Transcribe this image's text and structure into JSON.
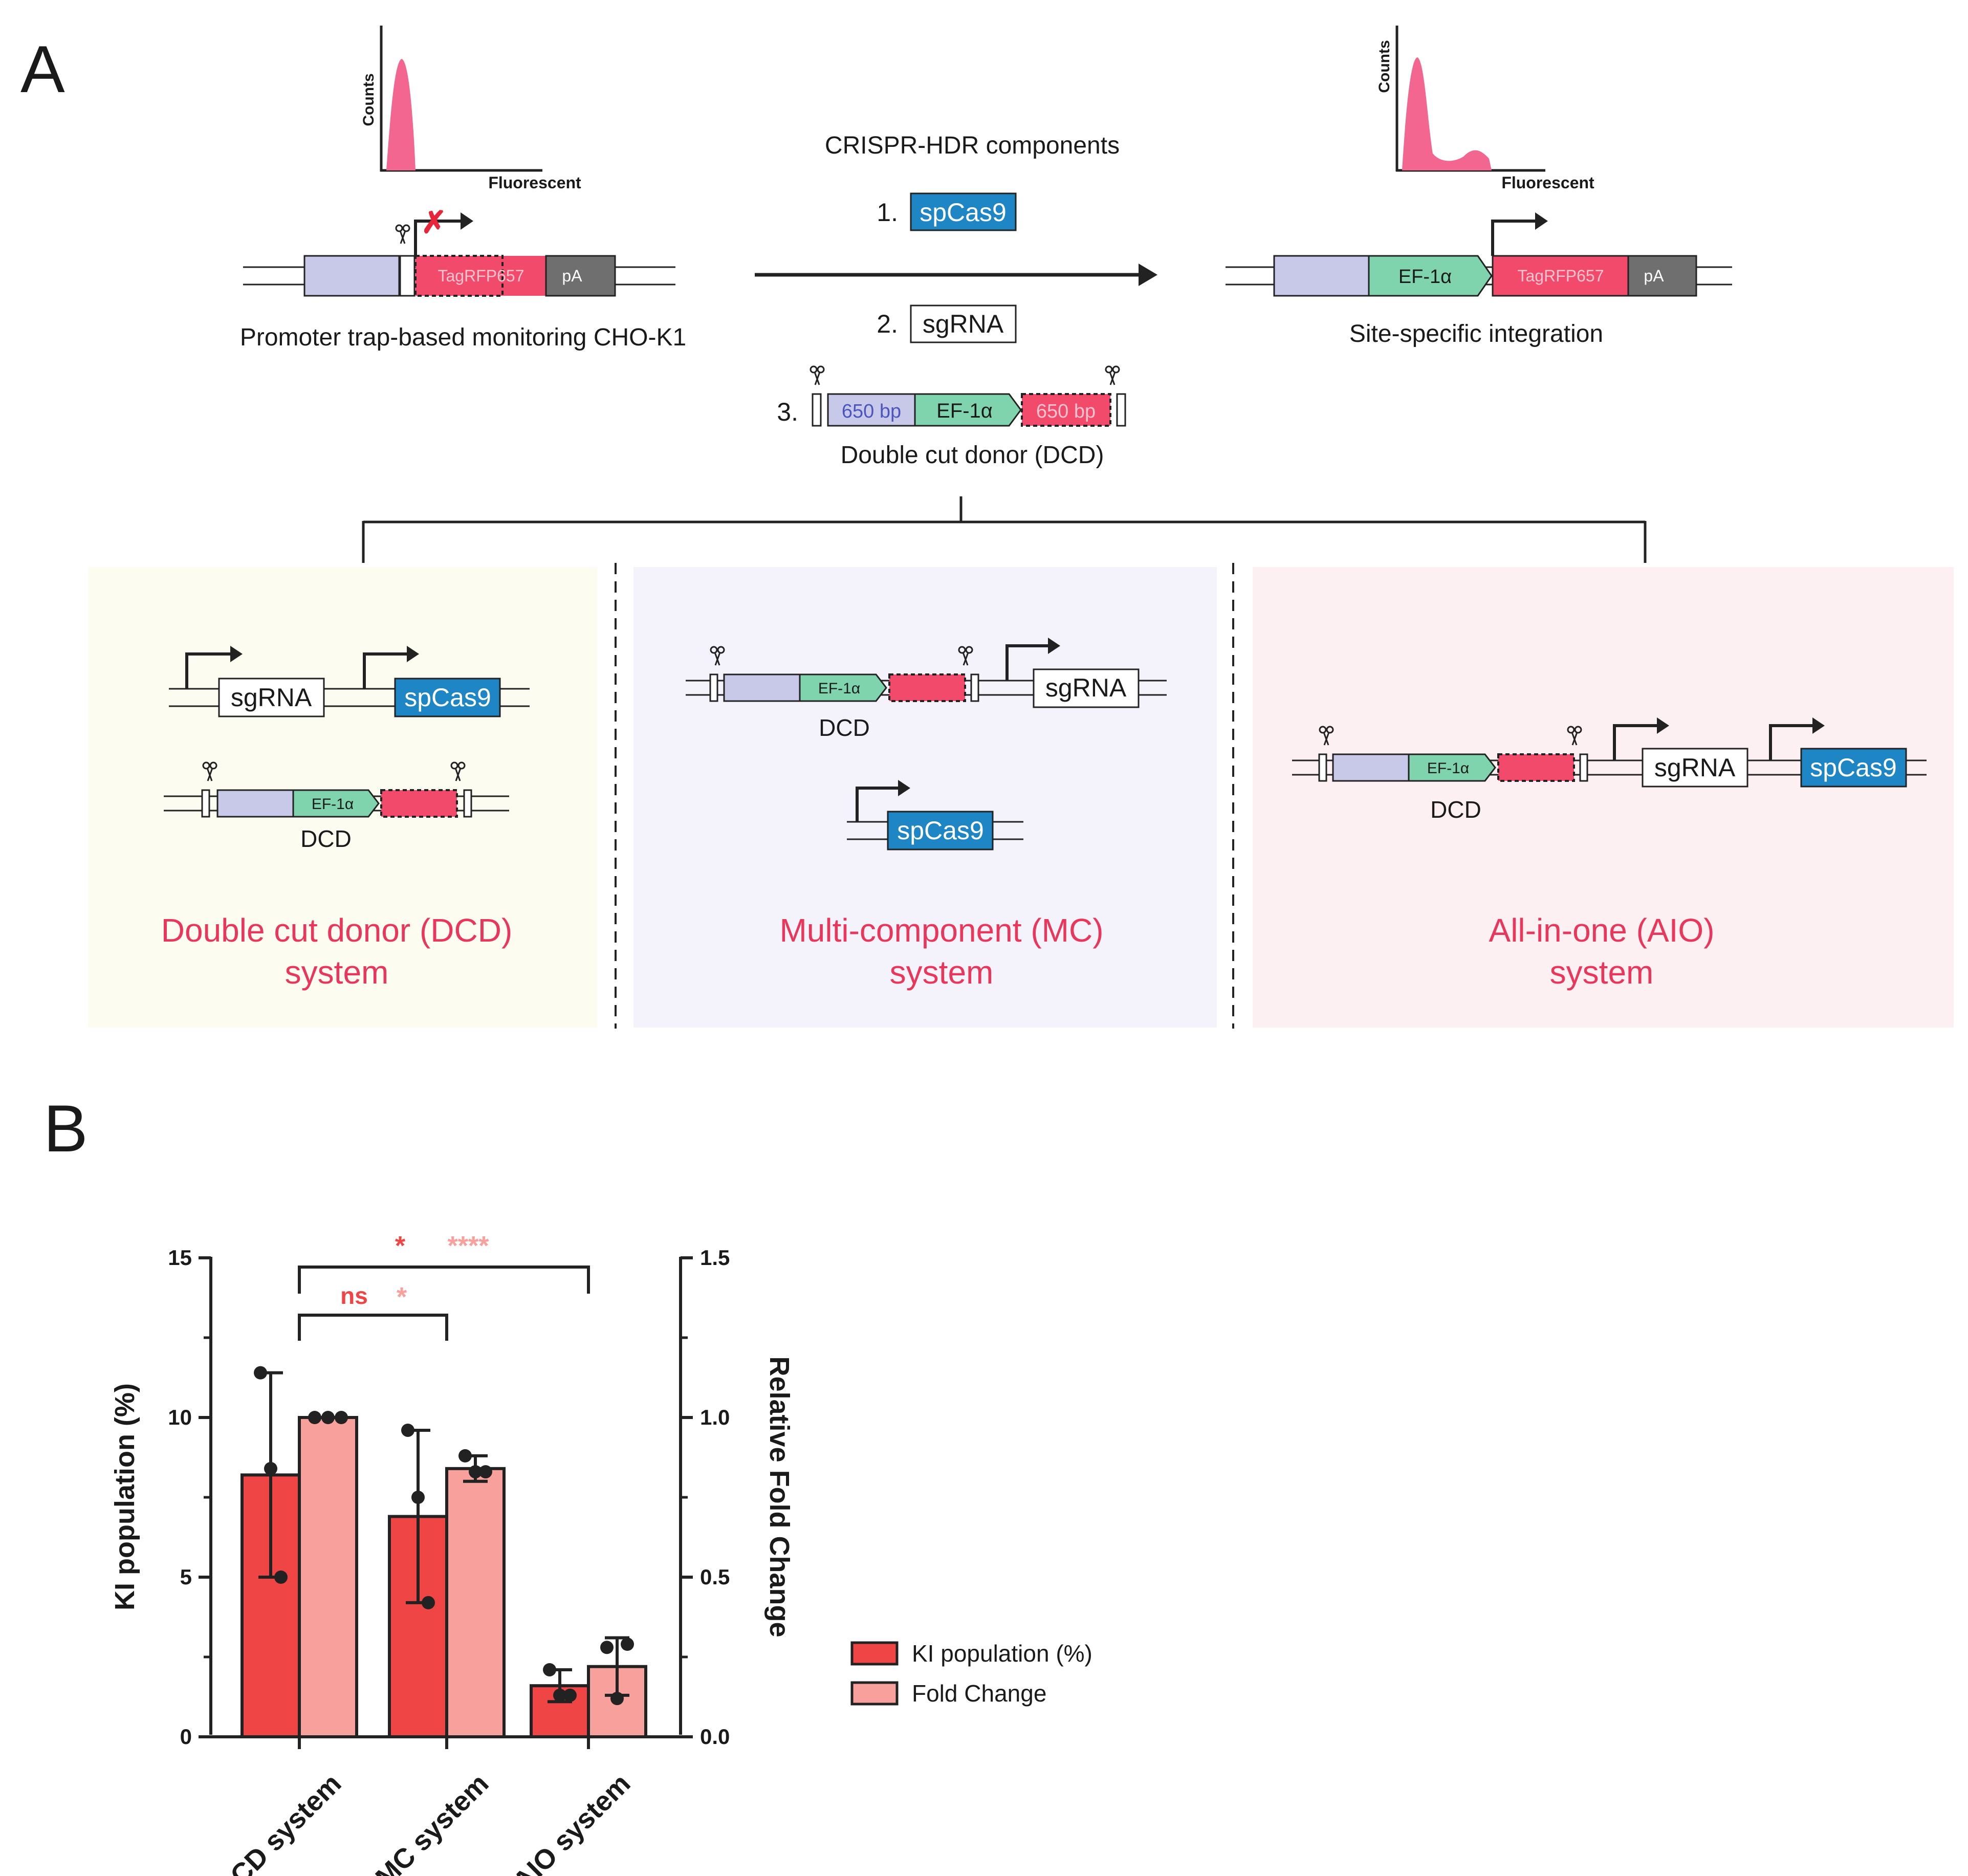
{
  "colors": {
    "gray_box": "#c8c8e8",
    "green": "#7fd4ad",
    "red": "#f24a6b",
    "dark_gray": "#6f6f6f",
    "blue": "#1f86c6",
    "pink_curve": "#f2668f",
    "system_title": "#e8375a",
    "panel_dcd": "#fdfcf0",
    "panel_mc": "#f4f2fa",
    "panel_aio": "#fdf0f2",
    "bar_ki": "#f04545",
    "bar_fold": "#f8a09c"
  },
  "panel_a": {
    "letter": "A",
    "hist_left": {
      "ylabel": "Counts",
      "xlabel": "Fluorescent"
    },
    "hist_right": {
      "ylabel": "Counts",
      "xlabel": "Fluorescent"
    },
    "left_construct": {
      "reporter": "TagRFP657",
      "pa": "pA",
      "caption": "Promoter trap-based monitoring CHO-K1",
      "block_mark": "✗"
    },
    "right_construct": {
      "promoter": "EF-1α",
      "reporter": "TagRFP657",
      "pa": "pA",
      "caption": "Site-specific integration"
    },
    "components": {
      "heading": "CRISPR-HDR components",
      "item1_num": "1.",
      "item1": "spCas9",
      "item2_num": "2.",
      "item2": "sgRNA",
      "item3_num": "3.",
      "donor_arm_left": "650 bp",
      "donor_promoter": "EF-1α",
      "donor_arm_right": "650 bp",
      "donor_caption": "Double cut donor (DCD)"
    },
    "systems": [
      {
        "sgrna": "sgRNA",
        "cas9": "spCas9",
        "promoter": "EF-1α",
        "donor_label": "DCD",
        "title_line1": "Double cut donor (DCD)",
        "title_line2": "system"
      },
      {
        "sgrna": "sgRNA",
        "cas9": "spCas9",
        "promoter": "EF-1α",
        "donor_label": "DCD",
        "title_line1": "Multi-component (MC)",
        "title_line2": "system"
      },
      {
        "sgrna": "sgRNA",
        "cas9": "spCas9",
        "promoter": "EF-1α",
        "donor_label": "DCD",
        "title_line1": "All-in-one (AIO)",
        "title_line2": "system"
      }
    ]
  },
  "panel_b": {
    "letter": "B"
  },
  "chart_data": {
    "type": "bar",
    "categories": [
      "DCD system",
      "MC system",
      "AIO system"
    ],
    "series": [
      {
        "name": "KI population (%)",
        "axis": "left",
        "values": [
          8.2,
          6.9,
          1.6
        ],
        "error": [
          3.2,
          2.7,
          0.5
        ],
        "points": [
          [
            11.4,
            8.4,
            5.0
          ],
          [
            9.6,
            7.5,
            4.2
          ],
          [
            2.1,
            1.3,
            1.3
          ]
        ]
      },
      {
        "name": "Fold Change",
        "axis": "right",
        "values": [
          1.0,
          0.84,
          0.22
        ],
        "error": [
          0.0,
          0.04,
          0.09
        ],
        "points": [
          [
            1.0,
            1.0,
            1.0
          ],
          [
            0.88,
            0.83,
            0.83
          ],
          [
            0.28,
            0.12,
            0.29
          ]
        ]
      }
    ],
    "ylabel": "KI population (%)",
    "ylabel_right": "Relative Fold Change",
    "ylim": [
      0,
      15
    ],
    "ylim_right": [
      0,
      1.5
    ],
    "yticks": [
      "0",
      "5",
      "10",
      "15"
    ],
    "yticks_right": [
      "0.0",
      "0.5",
      "1.0",
      "1.5"
    ],
    "significance": [
      {
        "from": "DCD system",
        "to": "AIO system",
        "labels": [
          "*",
          "****"
        ]
      },
      {
        "from": "DCD system",
        "to": "MC system",
        "labels": [
          "ns",
          "*"
        ]
      }
    ],
    "legend": [
      "KI population (%)",
      "Fold Change"
    ]
  }
}
